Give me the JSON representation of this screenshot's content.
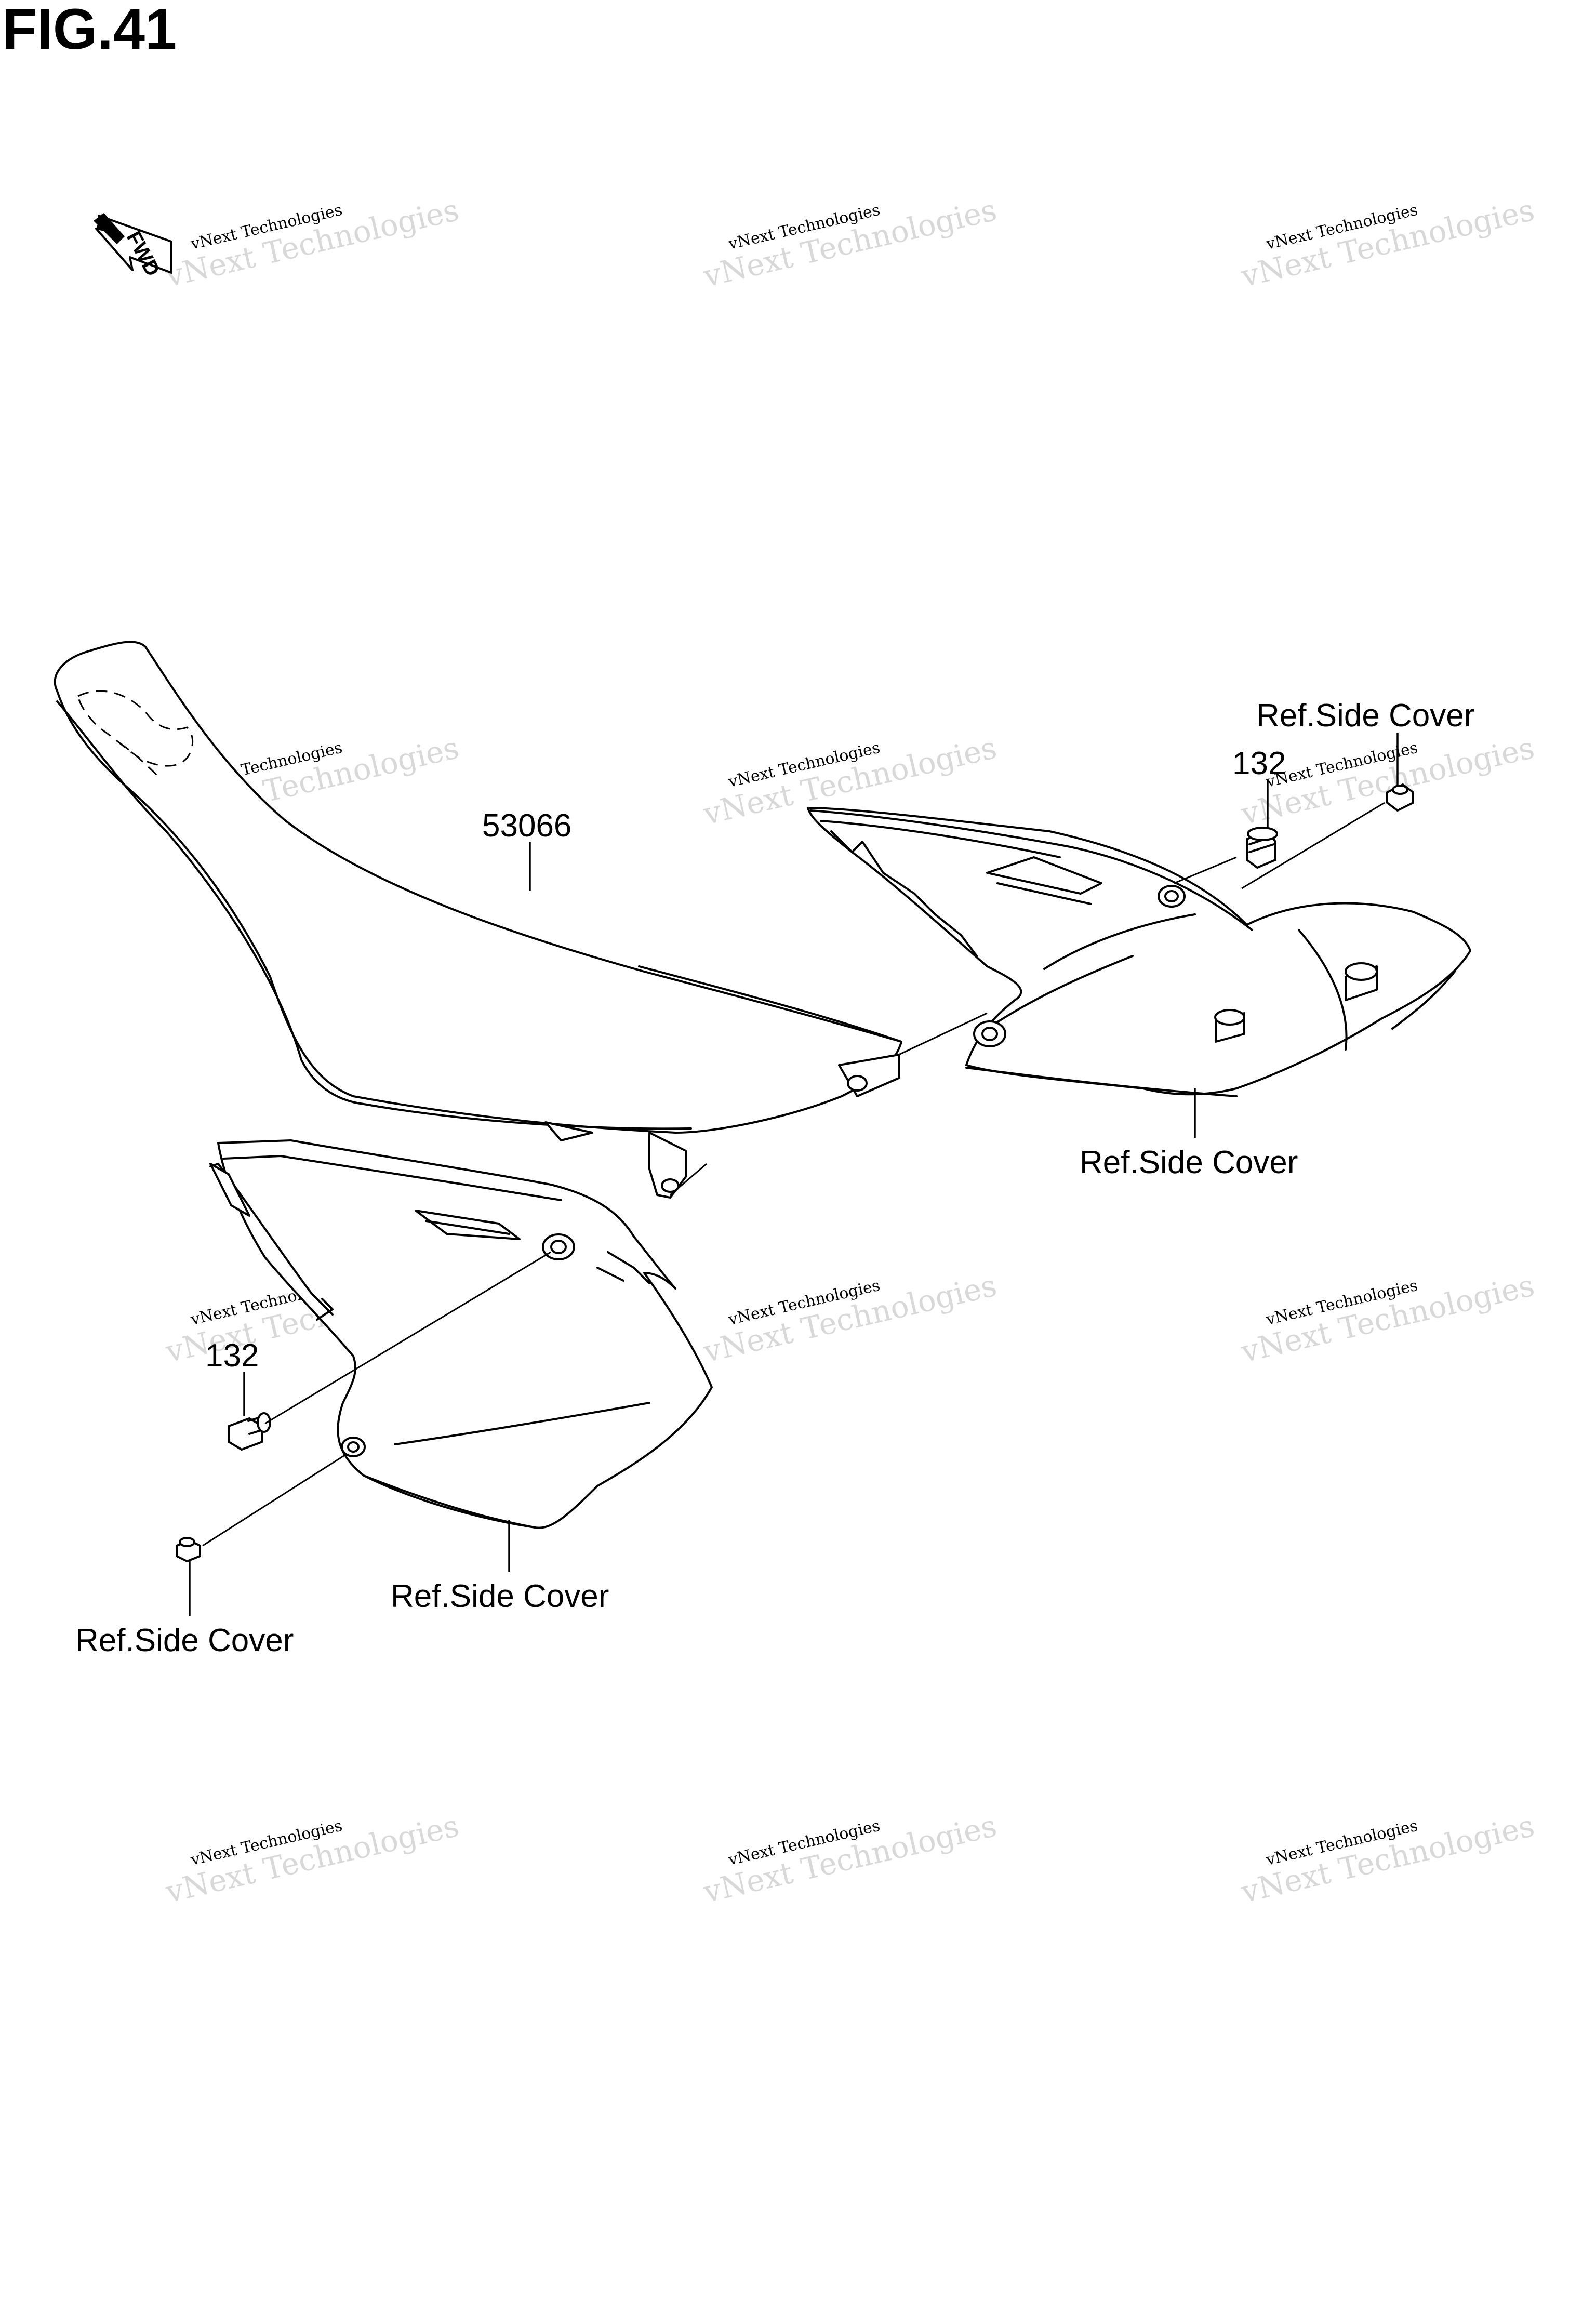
{
  "figure": {
    "title": "FIG.41",
    "fwd_label": "FWD"
  },
  "watermark": {
    "line1": "vNext Technologies",
    "line2": "vNext Technologies",
    "copies": 12
  },
  "callouts": {
    "seat": "53066",
    "bolt_upper": "132",
    "bolt_lower": "132",
    "ref_upper_right": "Ref.Side Cover",
    "ref_right_cover": "Ref.Side Cover",
    "ref_left_cover": "Ref.Side Cover",
    "ref_lower_left": "Ref.Side Cover"
  },
  "colors": {
    "line": "#000000",
    "background": "#ffffff",
    "watermark": "#c8c8c8"
  }
}
